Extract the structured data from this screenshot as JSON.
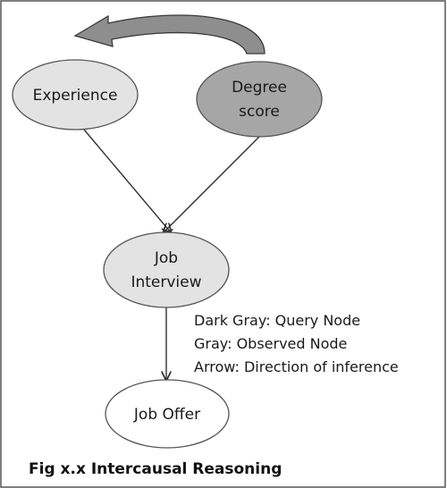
{
  "colors": {
    "border": "#555555",
    "edge": "#333333",
    "observed_fill": "#e3e3e3",
    "query_fill": "#a6a6a6",
    "plain_fill": "#ffffff",
    "curve_fill": "#8e8e8e"
  },
  "nodes": {
    "experience": {
      "label": "Experience",
      "style": "observed"
    },
    "degree": {
      "line1": "Degree",
      "line2": "score",
      "style": "query"
    },
    "interview": {
      "line1": "Job",
      "line2": "Interview",
      "style": "observed"
    },
    "offer": {
      "label": "Job Offer",
      "style": "plain"
    }
  },
  "edges": [
    {
      "from": "experience",
      "to": "interview"
    },
    {
      "from": "degree",
      "to": "interview"
    },
    {
      "from": "interview",
      "to": "offer"
    },
    {
      "from": "degree",
      "to": "experience",
      "style": "curved-inference-arrow"
    }
  ],
  "legend": {
    "line1": "Dark Gray: Query Node",
    "line2": "Gray: Observed Node",
    "line3": "Arrow: Direction of inference"
  },
  "caption": "Fig x.x Intercausal Reasoning"
}
